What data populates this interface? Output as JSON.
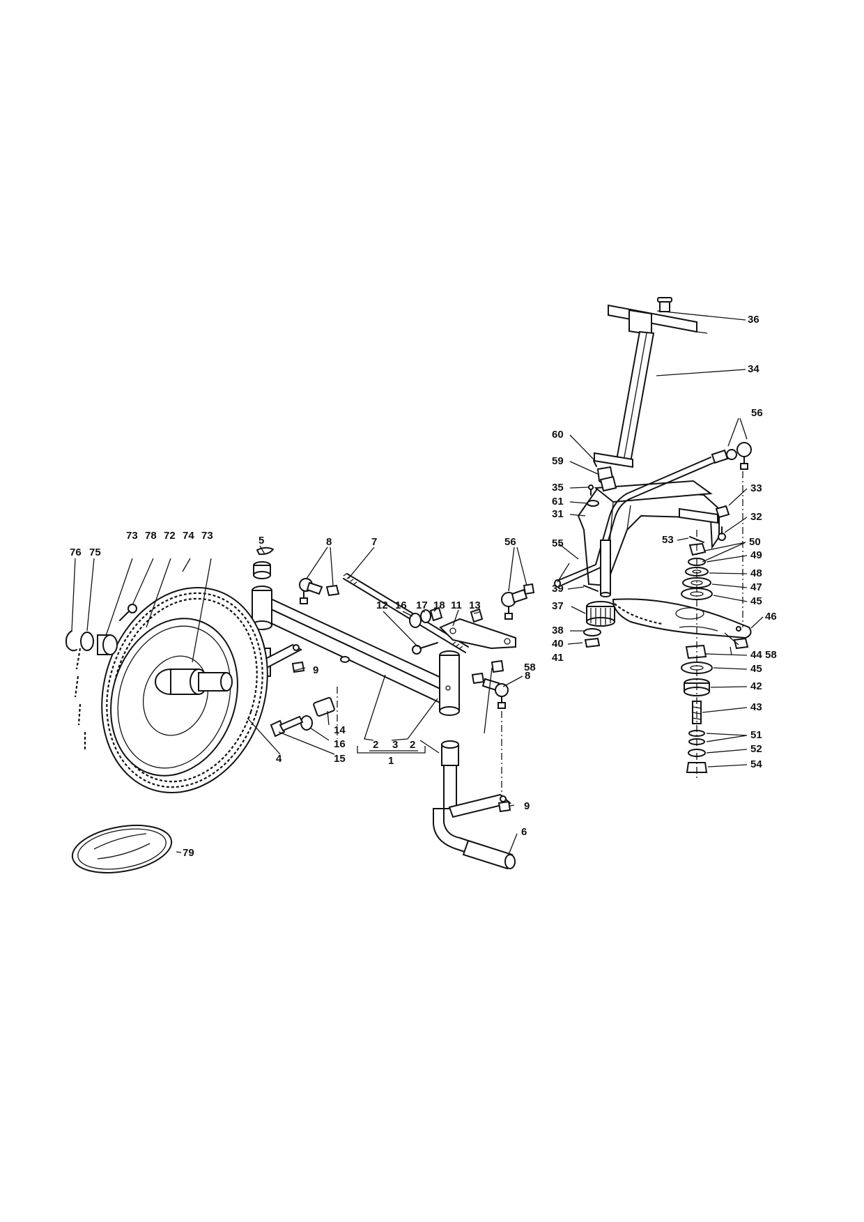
{
  "labels": {
    "l1": "1",
    "l2a": "2",
    "l2b": "2",
    "l2c": "2",
    "l3": "3",
    "l4": "4",
    "l5": "5",
    "l6": "6",
    "l7": "7",
    "l8a": "8",
    "l8b": "8",
    "l9a": "9",
    "l9b": "9",
    "l11": "11",
    "l12": "12",
    "l13": "13",
    "l14": "14",
    "l15": "15",
    "l16a": "16",
    "l16b": "16",
    "l17": "17",
    "l18": "18",
    "l31": "31",
    "l32": "32",
    "l33": "33",
    "l34": "34",
    "l35": "35",
    "l36": "36",
    "l37": "37",
    "l38": "38",
    "l39": "39",
    "l40": "40",
    "l41": "41",
    "l42": "42",
    "l43": "43",
    "l44": "44",
    "l45a": "45",
    "l45b": "45",
    "l46": "46",
    "l47": "47",
    "l48": "48",
    "l49": "49",
    "l50": "50",
    "l51": "51",
    "l52": "52",
    "l53": "53",
    "l54": "54",
    "l55": "55",
    "l56a": "56",
    "l56b": "56",
    "l58a": "58",
    "l58b": "58",
    "l59": "59",
    "l60": "60",
    "l61": "61",
    "l72": "72",
    "l73a": "73",
    "l73b": "73",
    "l74": "74",
    "l75": "75",
    "l76": "76",
    "l78": "78",
    "l79": "79"
  }
}
